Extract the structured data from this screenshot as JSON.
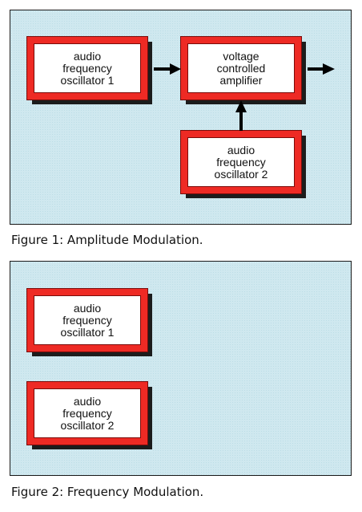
{
  "figure1": {
    "caption": "Figure 1: Amplitude Modulation.",
    "boxes": {
      "osc1": "audio\nfrequency\noscillator 1",
      "vca": "voltage\ncontrolled\namplifier",
      "osc2": "audio\nfrequency\noscillator 2"
    }
  },
  "figure2": {
    "caption": "Figure 2: Frequency Modulation.",
    "boxes": {
      "osc1": "audio\nfrequency\noscillator 1",
      "osc2": "audio\nfrequency\noscillator 2"
    }
  },
  "colors": {
    "panel": "#cfe8ef",
    "box_border": "#ee2a24",
    "arrow": "#000000"
  }
}
